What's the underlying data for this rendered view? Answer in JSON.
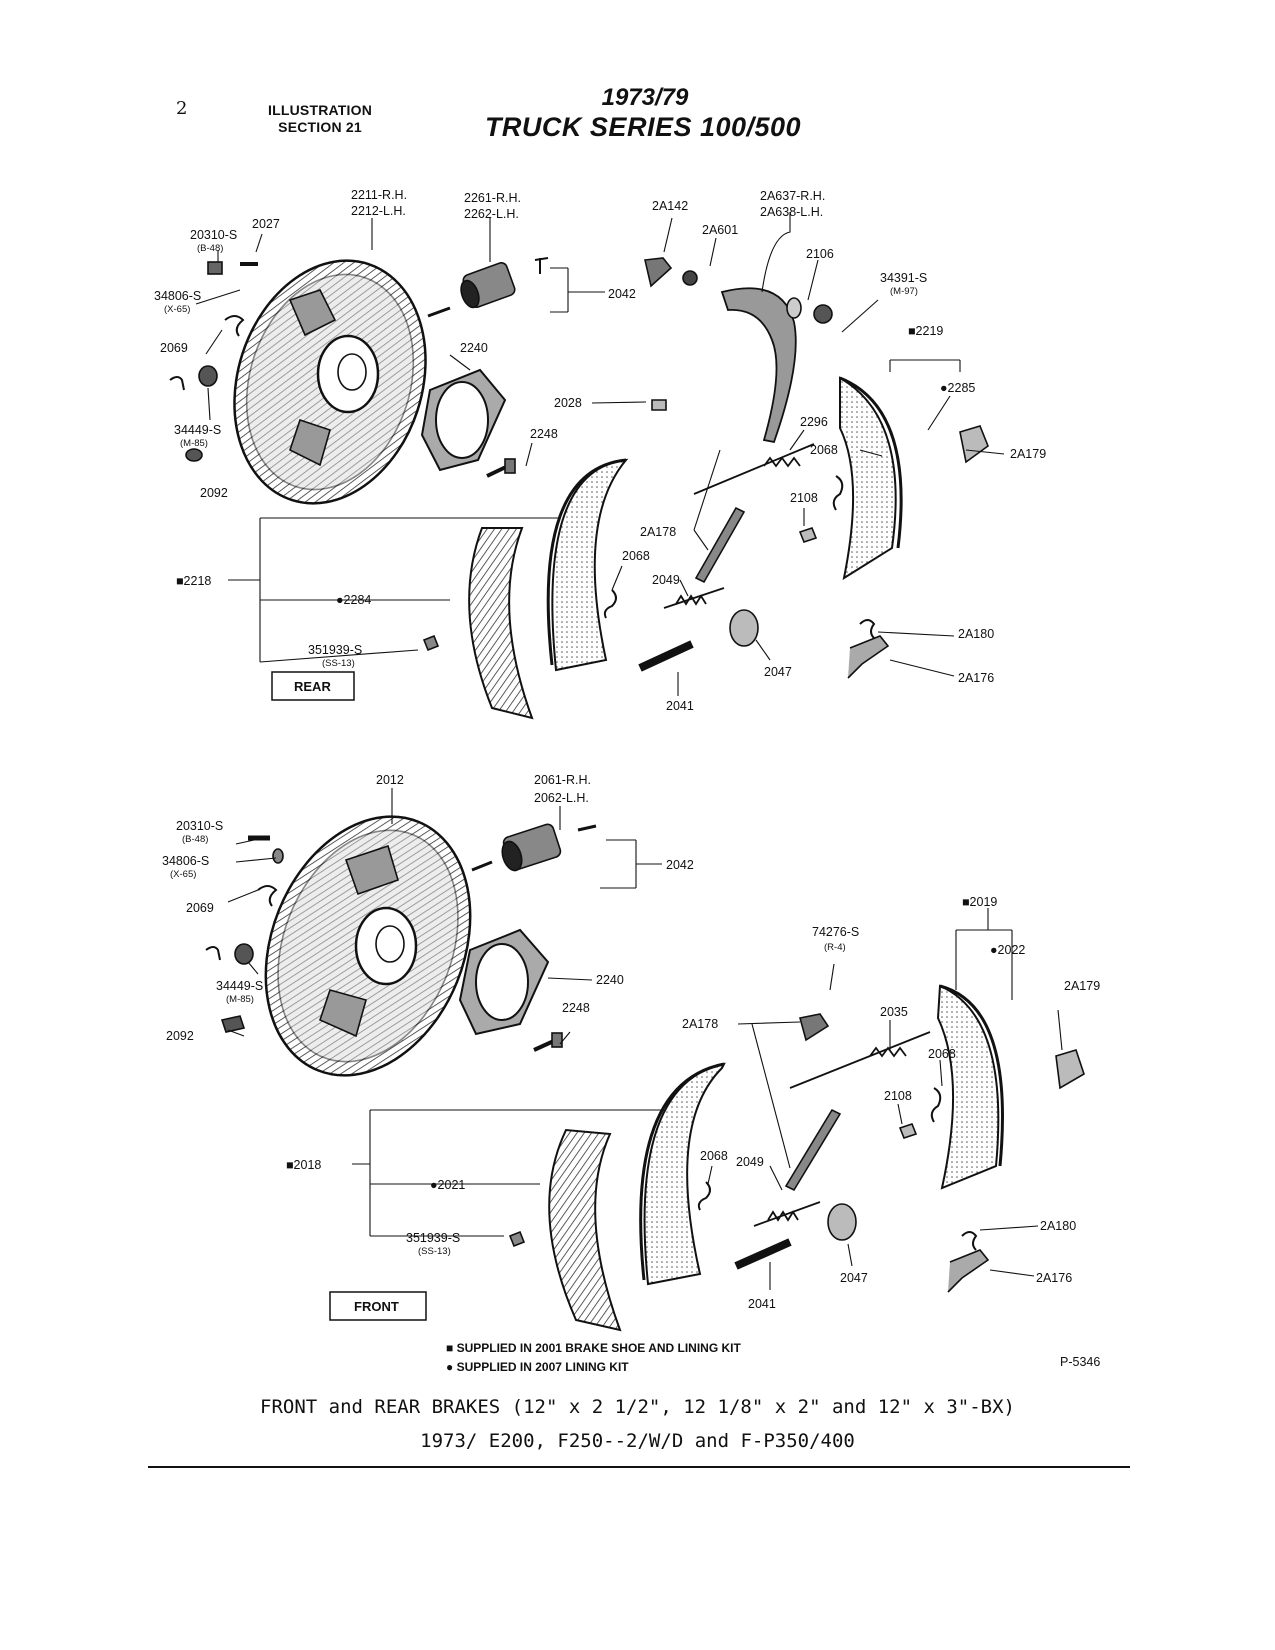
{
  "header": {
    "page_number": "2",
    "section_line1": "ILLUSTRATION",
    "section_line2": "SECTION 21",
    "title_line1": "1973/79",
    "title_line2": "TRUCK SERIES 100/500"
  },
  "rear": {
    "box_label": "REAR",
    "labels": {
      "p2211": "2211-R.H.",
      "p2212": "2212-L.H.",
      "p20310": "20310-S",
      "p20310s": "(B-48)",
      "p2027": "2027",
      "p2261": "2261-R.H.",
      "p2262": "2262-L.H.",
      "p34806": "34806-S",
      "p34806s": "(X-65)",
      "p2069": "2069",
      "p34449": "34449-S",
      "p34449s": "(M-85)",
      "p2092": "2092",
      "p2042": "2042",
      "p2240": "2240",
      "p2248": "2248",
      "p2A142": "2A142",
      "p2A601": "2A601",
      "p2A637": "2A637-R.H.",
      "p2A638": "2A638-L.H.",
      "p2106": "2106",
      "p34391": "34391-S",
      "p34391s": "(M-97)",
      "p2219": "■2219",
      "p2285": "●2285",
      "p2028": "2028",
      "p2296": "2296",
      "p2068a": "2068",
      "p2A179": "2A179",
      "p2108": "2108",
      "p2A178": "2A178",
      "p2068b": "2068",
      "p2049": "2049",
      "p2218": "■2218",
      "p2284": "●2284",
      "p351939": "351939-S",
      "p351939s": "(SS-13)",
      "p2A180": "2A180",
      "p2047": "2047",
      "p2A176": "2A176",
      "p2041": "2041"
    }
  },
  "front": {
    "box_label": "FRONT",
    "labels": {
      "p2012": "2012",
      "p2061": "2061-R.H.",
      "p2062": "2062-L.H.",
      "p20310": "20310-S",
      "p20310s": "(B-48)",
      "p34806": "34806-S",
      "p34806s": "(X-65)",
      "p2042": "2042",
      "p2069": "2069",
      "p2019": "■2019",
      "p74276": "74276-S",
      "p74276s": "(R-4)",
      "p2022": "●2022",
      "p2240": "2240",
      "p34449": "34449-S",
      "p34449s": "(M-85)",
      "p2A179": "2A179",
      "p2092": "2092",
      "p2248": "2248",
      "p2A178": "2A178",
      "p2035": "2035",
      "p2068a": "2068",
      "p2108": "2108",
      "p2018": "■2018",
      "p2068b": "2068",
      "p2049": "2049",
      "p2021": "●2021",
      "p2A180": "2A180",
      "p351939": "351939-S",
      "p351939s": "(SS-13)",
      "p2047": "2047",
      "p2A176": "2A176",
      "p2041": "2041"
    }
  },
  "legend": {
    "line1": "■ SUPPLIED IN 2001 BRAKE SHOE AND LINING KIT",
    "line2": "● SUPPLIED IN 2007 LINING KIT",
    "ref": "P-5346"
  },
  "caption": {
    "line1": "FRONT and REAR BRAKES (12\" x 2 1/2\", 12 1/8\" x 2\" and 12\" x 3\"-BX)",
    "line2": "1973/   E200, F250--2/W/D and F-P350/400"
  }
}
